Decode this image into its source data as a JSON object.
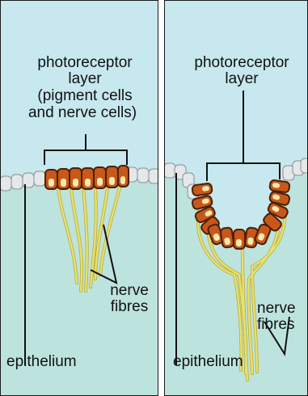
{
  "left_panel": {
    "title_lines": [
      "photoreceptor",
      "layer",
      "(pigment cells",
      "and nerve cells)"
    ],
    "nerve_label": [
      "nerve",
      "fibres"
    ],
    "epithelium_label": "epithelium"
  },
  "right_panel": {
    "title_lines": [
      "photoreceptor",
      "layer"
    ],
    "nerve_label": [
      "nerve",
      "fibres"
    ],
    "epithelium_label": "epithelium"
  },
  "colors": {
    "sky": "#c6e8ee",
    "tissue": "#bde3df",
    "epithelium_cell": "#e4e8ea",
    "pigment_cell": "#c8581a",
    "pigment_dark": "#4a1f08",
    "nucleus": "#f5e9b0",
    "nerve": "#e9e070",
    "nerve_outline": "#b8ad36",
    "line": "#111111"
  }
}
